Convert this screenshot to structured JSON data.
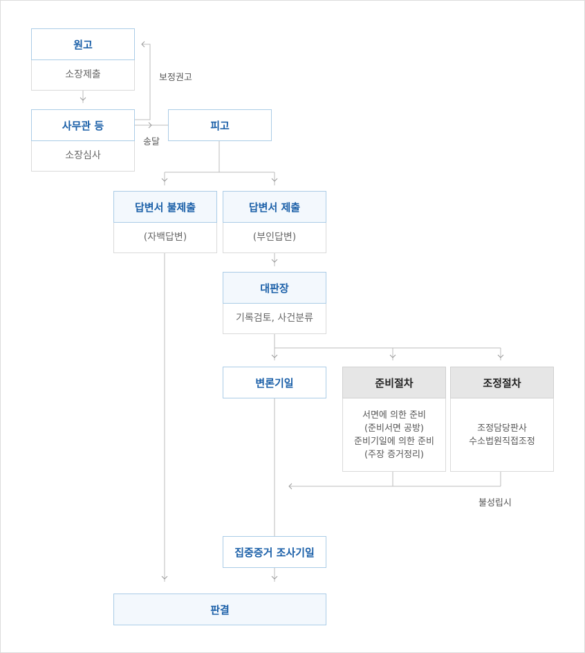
{
  "nodes": {
    "plaintiff": {
      "title": "원고",
      "desc": "소장제출"
    },
    "clerk": {
      "title": "사무관 등",
      "desc": "소장심사"
    },
    "defendant": {
      "title": "피고"
    },
    "no_answer": {
      "title": "답변서 불제출",
      "desc": "(자백답변)"
    },
    "answer": {
      "title": "답변서 제출",
      "desc": "(부인답변)"
    },
    "judge": {
      "title": "대판장",
      "desc": "기록검토, 사건분류"
    },
    "pleading": {
      "title": "변론기일"
    },
    "prep": {
      "title": "준비절차",
      "desc": [
        "서면에 의한 준비",
        "(준비서면 공방)",
        "준비기일에 의한 준비",
        "(주장 증거정리)"
      ]
    },
    "mediation": {
      "title": "조정절차",
      "desc": [
        "조정담당판사",
        "수소법원직접조정"
      ]
    },
    "evidence": {
      "title": "집중증거 조사기일"
    },
    "judgment": {
      "title": "판결"
    }
  },
  "labels": {
    "correction": "보정권고",
    "delivery": "송달",
    "failed": "불성립시"
  },
  "colors": {
    "header_text": "#1a5fa8",
    "header_border": "#a9cbe6",
    "header_tint": "#f3f8fd",
    "gray_header": "#e6e6e6",
    "line": "#bbbbbb"
  }
}
